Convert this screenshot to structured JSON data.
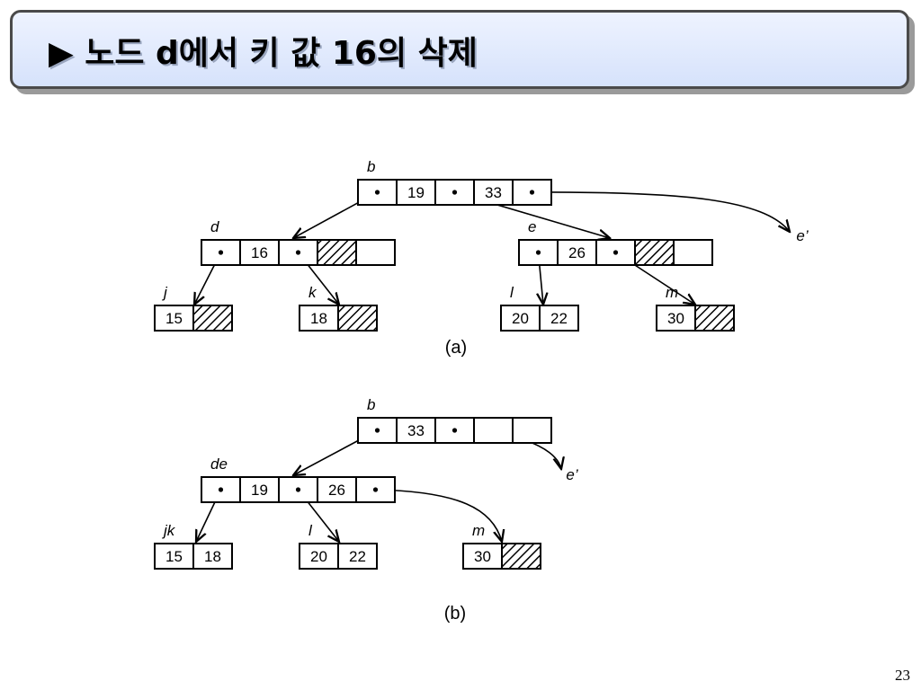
{
  "slide": {
    "title": "▶ 노드 d에서 키 값 16의 삭제",
    "page_number": "23"
  },
  "hatch_fill": "#000000",
  "diagrams": [
    {
      "caption": "(a)",
      "nodes": [
        {
          "id": "b",
          "label": "b",
          "cells": [
            "•",
            "19",
            "•",
            "33",
            "•"
          ]
        },
        {
          "id": "d",
          "label": "d",
          "cells": [
            "•",
            "16",
            "•",
            "hatch",
            ""
          ]
        },
        {
          "id": "e",
          "label": "e",
          "cells": [
            "•",
            "26",
            "•",
            "hatch",
            ""
          ]
        },
        {
          "id": "j",
          "label": "j",
          "cells": [
            "15",
            "hatch"
          ]
        },
        {
          "id": "k",
          "label": "k",
          "cells": [
            "18",
            "hatch"
          ]
        },
        {
          "id": "l",
          "label": "l",
          "cells": [
            "20",
            "22"
          ]
        },
        {
          "id": "m",
          "label": "m",
          "cells": [
            "30",
            "hatch"
          ]
        }
      ],
      "pointers": [
        {
          "from": "b",
          "to": "d"
        },
        {
          "from": "b",
          "to": "e"
        },
        {
          "from": "b",
          "to": "e’"
        },
        {
          "from": "d",
          "to": "j"
        },
        {
          "from": "d",
          "to": "k"
        },
        {
          "from": "e",
          "to": "l"
        },
        {
          "from": "e",
          "to": "m"
        }
      ],
      "external_labels": [
        "e’"
      ]
    },
    {
      "caption": "(b)",
      "nodes": [
        {
          "id": "b",
          "label": "b",
          "cells": [
            "•",
            "33",
            "•",
            "",
            ""
          ]
        },
        {
          "id": "de",
          "label": "de",
          "cells": [
            "•",
            "19",
            "•",
            "26",
            "•"
          ]
        },
        {
          "id": "jk",
          "label": "jk",
          "cells": [
            "15",
            "18"
          ]
        },
        {
          "id": "l",
          "label": "l",
          "cells": [
            "20",
            "22"
          ]
        },
        {
          "id": "m",
          "label": "m",
          "cells": [
            "30",
            "hatch"
          ]
        }
      ],
      "pointers": [
        {
          "from": "b",
          "to": "de"
        },
        {
          "from": "b",
          "to": "e’"
        },
        {
          "from": "de",
          "to": "jk"
        },
        {
          "from": "de",
          "to": "l"
        },
        {
          "from": "de",
          "to": "m"
        }
      ],
      "external_labels": [
        "e’"
      ]
    }
  ]
}
